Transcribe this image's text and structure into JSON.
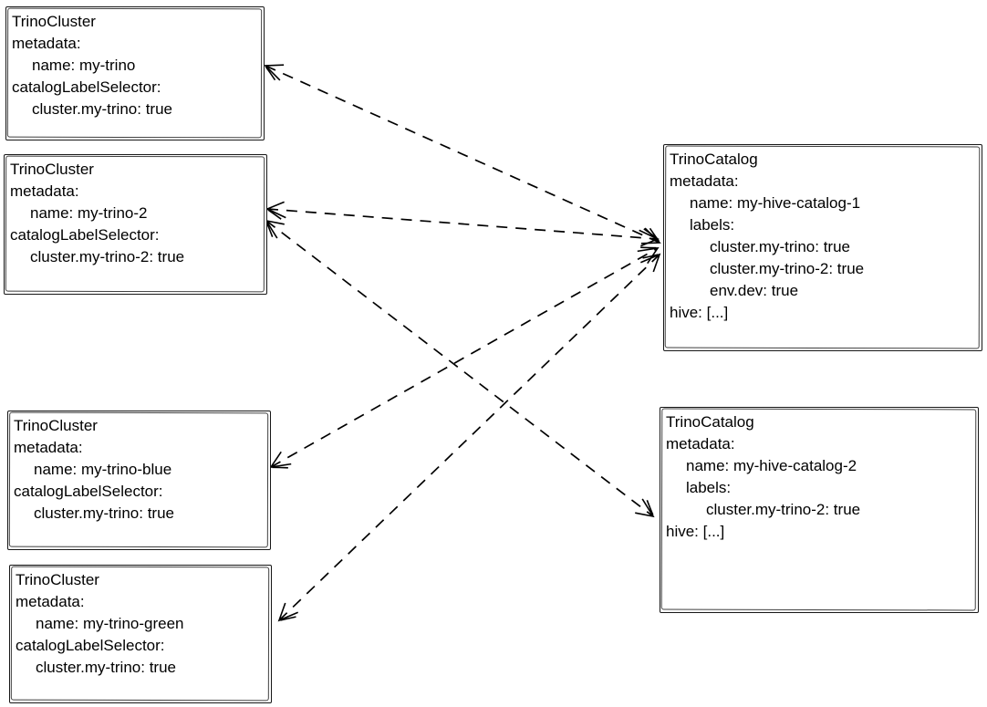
{
  "colors": {
    "stroke": "#000000",
    "background": "#ffffff",
    "text": "#000000"
  },
  "nodes": {
    "my_trino": {
      "kind": "TrinoCluster",
      "lines": [
        {
          "text": "TrinoCluster",
          "indent": 0
        },
        {
          "text": "metadata:",
          "indent": 0
        },
        {
          "text": "name: my-trino",
          "indent": 1
        },
        {
          "text": "catalogLabelSelector:",
          "indent": 0
        },
        {
          "text": "cluster.my-trino: true",
          "indent": 1
        }
      ]
    },
    "my_trino_2": {
      "kind": "TrinoCluster",
      "lines": [
        {
          "text": "TrinoCluster",
          "indent": 0
        },
        {
          "text": "metadata:",
          "indent": 0
        },
        {
          "text": "name: my-trino-2",
          "indent": 1
        },
        {
          "text": "catalogLabelSelector:",
          "indent": 0
        },
        {
          "text": "cluster.my-trino-2: true",
          "indent": 1
        }
      ]
    },
    "my_trino_blue": {
      "kind": "TrinoCluster",
      "lines": [
        {
          "text": "TrinoCluster",
          "indent": 0
        },
        {
          "text": "metadata:",
          "indent": 0
        },
        {
          "text": "name: my-trino-blue",
          "indent": 1
        },
        {
          "text": "catalogLabelSelector:",
          "indent": 0
        },
        {
          "text": "cluster.my-trino: true",
          "indent": 1
        }
      ]
    },
    "my_trino_green": {
      "kind": "TrinoCluster",
      "lines": [
        {
          "text": "TrinoCluster",
          "indent": 0
        },
        {
          "text": "metadata:",
          "indent": 0
        },
        {
          "text": "name: my-trino-green",
          "indent": 1
        },
        {
          "text": "catalogLabelSelector:",
          "indent": 0
        },
        {
          "text": "cluster.my-trino: true",
          "indent": 1
        }
      ]
    },
    "my_hive_catalog_1": {
      "kind": "TrinoCatalog",
      "lines": [
        {
          "text": "TrinoCatalog",
          "indent": 0
        },
        {
          "text": "metadata:",
          "indent": 0
        },
        {
          "text": "name: my-hive-catalog-1",
          "indent": 1
        },
        {
          "text": "labels:",
          "indent": 1
        },
        {
          "text": "cluster.my-trino: true",
          "indent": 2
        },
        {
          "text": "cluster.my-trino-2: true",
          "indent": 2
        },
        {
          "text": "env.dev: true",
          "indent": 2
        },
        {
          "text": "hive: [...]",
          "indent": 0
        }
      ]
    },
    "my_hive_catalog_2": {
      "kind": "TrinoCatalog",
      "lines": [
        {
          "text": "TrinoCatalog",
          "indent": 0
        },
        {
          "text": "metadata:",
          "indent": 0
        },
        {
          "text": "name: my-hive-catalog-2",
          "indent": 1
        },
        {
          "text": "labels:",
          "indent": 1
        },
        {
          "text": "cluster.my-trino-2: true",
          "indent": 2
        },
        {
          "text": "hive: [...]",
          "indent": 0
        }
      ]
    }
  },
  "edges": [
    {
      "from": "my_trino",
      "to": "my_hive_catalog_1",
      "style": "dashed",
      "heads": "both"
    },
    {
      "from": "my_trino_2",
      "to": "my_hive_catalog_1",
      "style": "dashed",
      "heads": "both"
    },
    {
      "from": "my_trino_blue",
      "to": "my_hive_catalog_1",
      "style": "dashed",
      "heads": "both"
    },
    {
      "from": "my_trino_green",
      "to": "my_hive_catalog_1",
      "style": "dashed",
      "heads": "both"
    },
    {
      "from": "my_trino_2",
      "to": "my_hive_catalog_2",
      "style": "dashed",
      "heads": "both"
    }
  ]
}
